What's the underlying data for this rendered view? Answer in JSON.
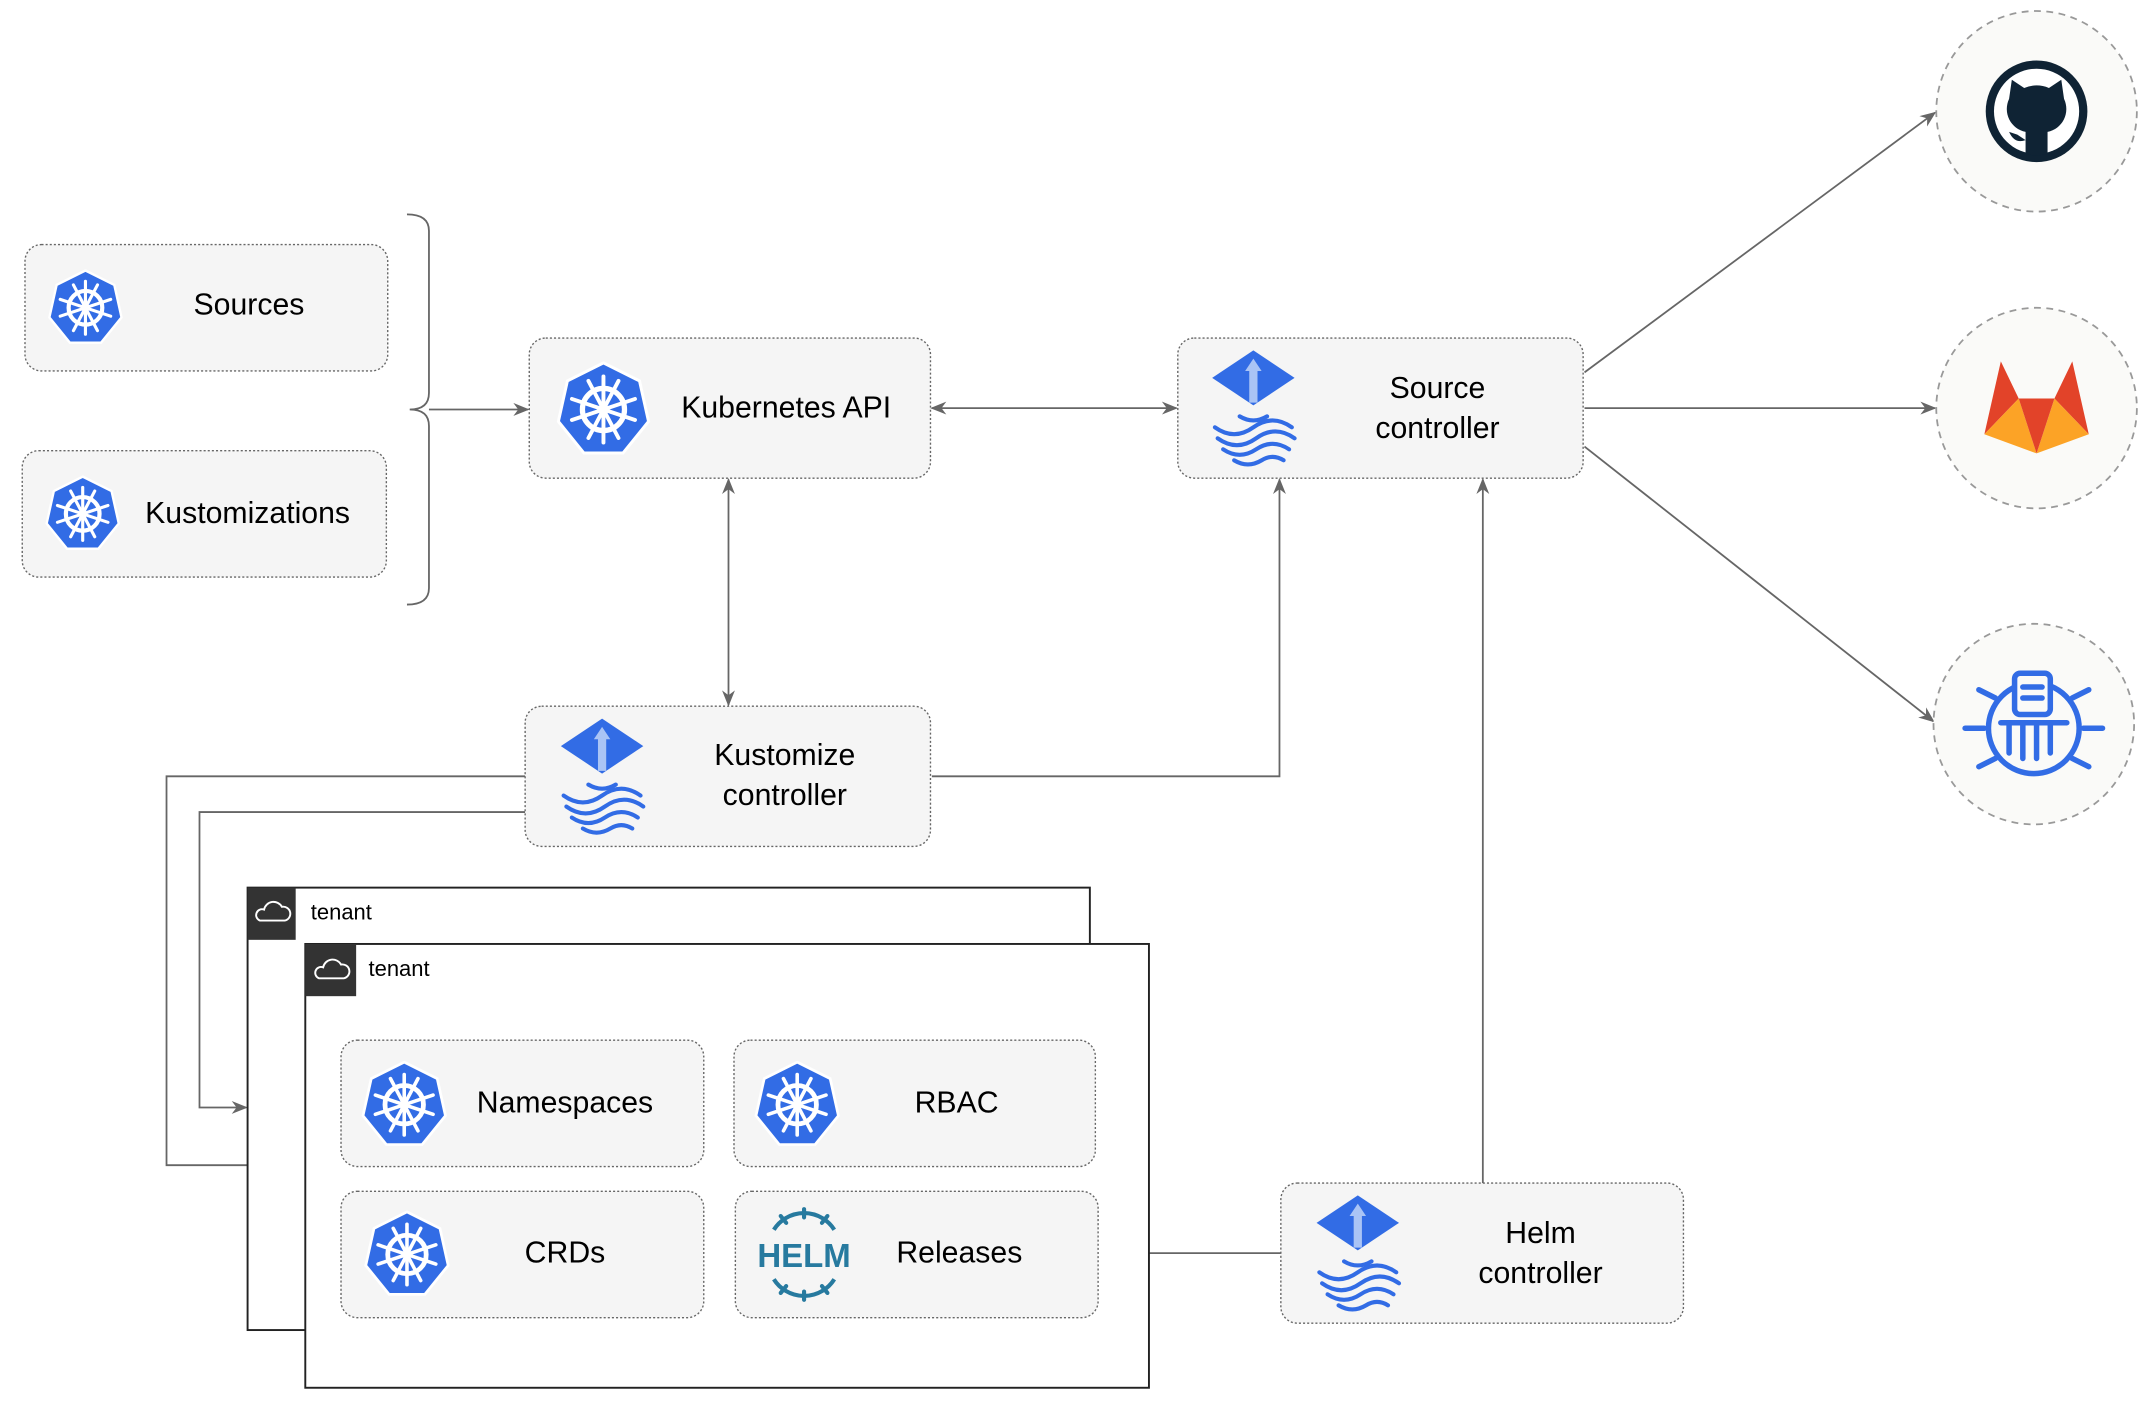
{
  "nodes": {
    "sources": "Sources",
    "kustomizations": "Kustomizations",
    "kubernetes_api": "Kubernetes API",
    "source_controller": [
      "Source",
      "controller"
    ],
    "kustomize_controller": [
      "Kustomize",
      "controller"
    ],
    "helm_controller": [
      "Helm",
      "controller"
    ],
    "namespaces": "Namespaces",
    "rbac": "RBAC",
    "crds": "CRDs",
    "releases": "Releases",
    "helm_logo_text": "HELM"
  },
  "tenants": [
    "tenant",
    "tenant"
  ],
  "external": [
    {
      "icon": "github-icon"
    },
    {
      "icon": "gitlab-icon"
    },
    {
      "icon": "helm-repository-icon"
    }
  ],
  "colors": {
    "k8s_blue": "#326ce5",
    "edge": "#666666",
    "helm": "#277a9f",
    "github": "#0f2334",
    "gitlab_orange": "#e24329",
    "gitlab_yellow": "#fca326"
  }
}
